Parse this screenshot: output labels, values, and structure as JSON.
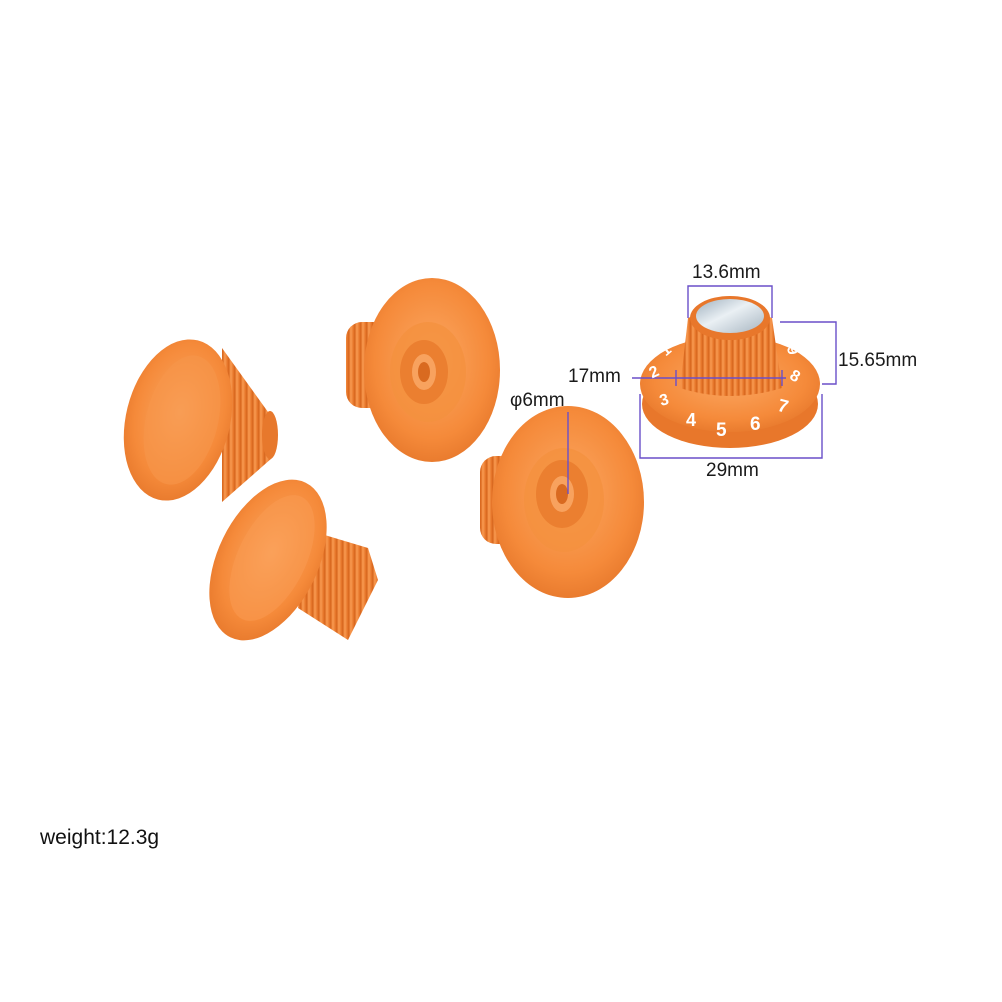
{
  "product": {
    "color": "#F58A3A",
    "color_dark": "#D9661F",
    "color_light": "#FBB57E",
    "cap_color": "#C8D3DC",
    "dimension_line_color": "#6A4FC9"
  },
  "dimensions": {
    "cap_diameter": "13.6mm",
    "height": "15.65mm",
    "body_diameter": "17mm",
    "skirt_diameter": "29mm",
    "shaft_hole": "φ6mm"
  },
  "dial_numbers": [
    "1",
    "2",
    "3",
    "4",
    "5",
    "6",
    "7",
    "8",
    "9"
  ],
  "weight_label": "weight:12.3g"
}
